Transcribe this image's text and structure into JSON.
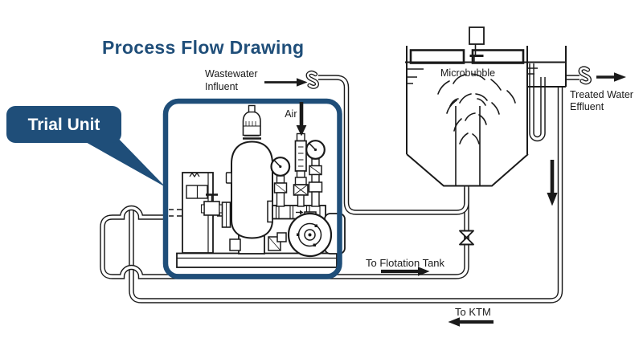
{
  "title": "Process Flow Drawing",
  "callout": {
    "label": "Trial Unit"
  },
  "labels": {
    "wastewater_influent_line1": "Wastewater",
    "wastewater_influent_line2": "Influent",
    "air": "Air",
    "microbubble": "Microbubble",
    "treated_water_line1": "Treated Water",
    "treated_water_line2": "Effluent",
    "to_flotation_tank": "To Flotation Tank",
    "to_ktm": "To KTM"
  },
  "colors": {
    "accent_blue": "#1f4e79",
    "line_black": "#1a1a1a",
    "background": "#ffffff"
  }
}
